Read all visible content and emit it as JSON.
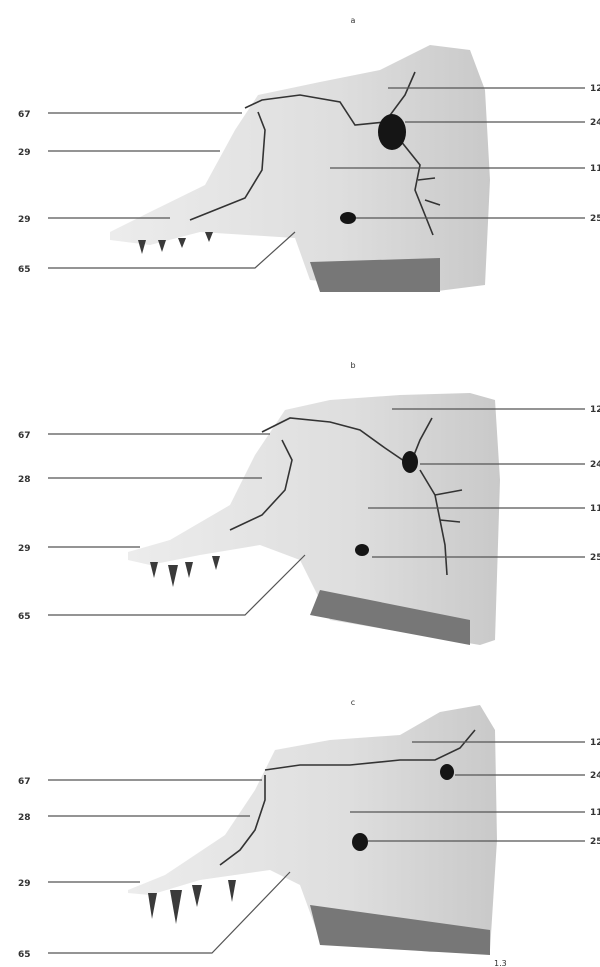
{
  "figure_number": "1.3",
  "panels": [
    {
      "id": "a",
      "label": "a",
      "left_labels": [
        "67",
        "29",
        "29",
        "65"
      ],
      "right_labels": [
        "12",
        "24",
        "11",
        "25"
      ]
    },
    {
      "id": "b",
      "label": "b",
      "left_labels": [
        "67",
        "28",
        "29",
        "65"
      ],
      "right_labels": [
        "12",
        "24",
        "11",
        "25"
      ]
    },
    {
      "id": "c",
      "label": "c",
      "left_labels": [
        "67",
        "28",
        "29",
        "65"
      ],
      "right_labels": [
        "12",
        "24",
        "11",
        "25"
      ]
    }
  ]
}
